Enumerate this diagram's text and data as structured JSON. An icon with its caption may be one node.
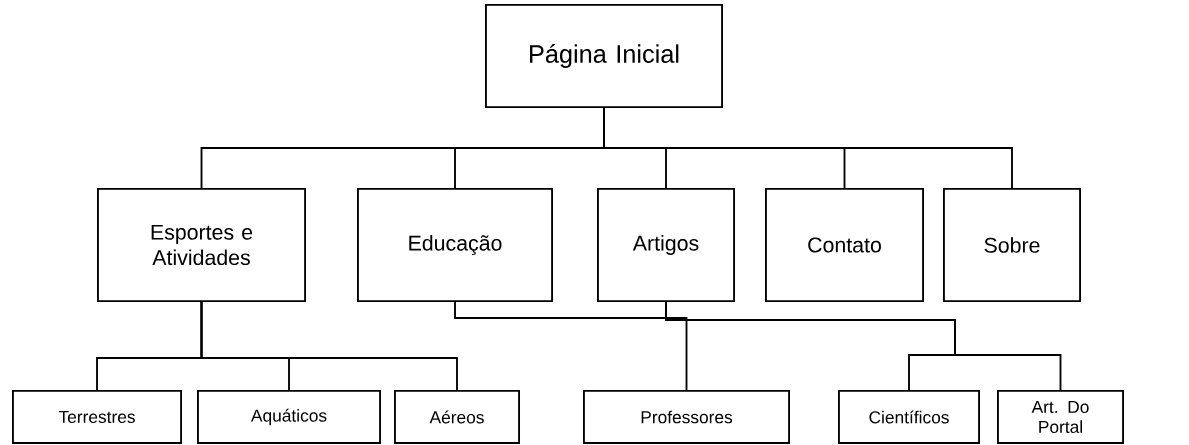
{
  "diagram": {
    "nodes": [
      {
        "text": [
          "Página Inicial"
        ]
      },
      {
        "text": [
          "Esportes e Atividades"
        ]
      },
      {
        "text": [
          "Educação"
        ]
      },
      {
        "text": [
          "Artigos"
        ]
      },
      {
        "text": [
          "Contato"
        ]
      },
      {
        "text": [
          "Sobre"
        ]
      },
      {
        "text": [
          "Terrestres"
        ]
      },
      {
        "text": [
          "Aquáticos"
        ]
      },
      {
        "text": [
          "Aéreos"
        ]
      },
      {
        "text": [
          "Professores"
        ]
      },
      {
        "text": [
          "Científicos"
        ]
      },
      {
        "text": [
          "Art. Do Portal"
        ]
      }
    ],
    "edges": [
      {
        "from": 0,
        "to": 1,
        "arrow": "none"
      },
      {
        "from": 0,
        "to": 2,
        "arrow": "none"
      },
      {
        "from": 0,
        "to": 3,
        "arrow": "none"
      },
      {
        "from": 0,
        "to": 4,
        "arrow": "none"
      },
      {
        "from": 0,
        "to": 5,
        "arrow": "none"
      },
      {
        "from": 1,
        "to": 6,
        "arrow": "none"
      },
      {
        "from": 1,
        "to": 7,
        "arrow": "none"
      },
      {
        "from": 1,
        "to": 8,
        "arrow": "none"
      },
      {
        "from": 2,
        "to": 9,
        "arrow": "none"
      },
      {
        "from": 3,
        "to": 10,
        "arrow": "none"
      },
      {
        "from": 3,
        "to": 11,
        "arrow": "none"
      }
    ]
  }
}
